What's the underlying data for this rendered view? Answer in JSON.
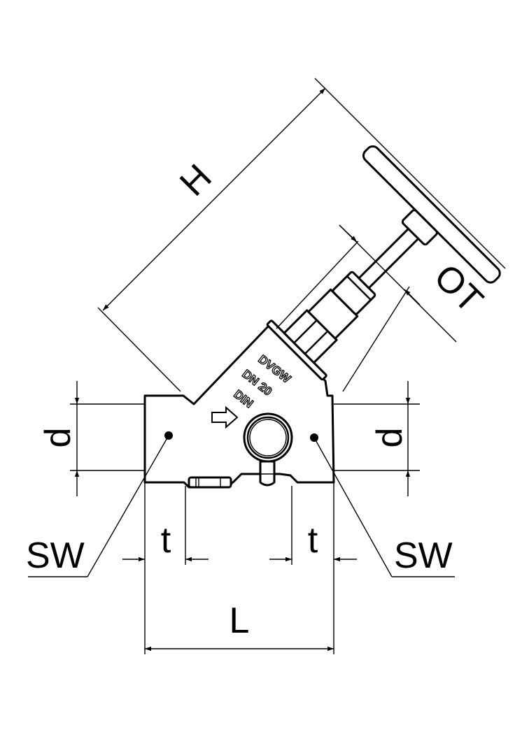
{
  "drawing": {
    "dimensions": {
      "height": "H",
      "stem_clearance": "OT",
      "pipe_diameter_left": "d",
      "pipe_diameter_right": "d",
      "wrench_size_left": "SW",
      "wrench_size_right": "SW",
      "thread_depth_left": "t",
      "thread_depth_right": "t",
      "length": "L"
    },
    "body_markings": [
      "DVGW",
      "DN 20",
      "DIN"
    ]
  }
}
